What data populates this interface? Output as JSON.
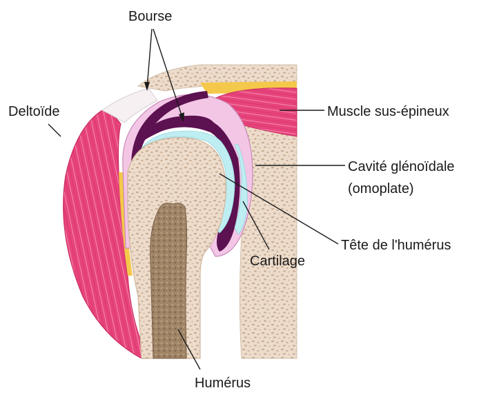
{
  "labels": {
    "bourse": "Bourse",
    "deltoide": "Deltoïde",
    "muscle_sus_epineux": "Muscle sus-épineux",
    "cavite_glenoidale_line1": "Cavité glénoïdale",
    "cavite_glenoidale_line2": "(omoplate)",
    "tete_humerus": "Tête de l'humérus",
    "cartilage": "Cartilage",
    "humerus": "Humérus"
  },
  "colors": {
    "muscle": "#e8447c",
    "muscle_fiber": "#f7a3c0",
    "bone": "#eddccb",
    "bone_pore": "#c7ab92",
    "marrow": "#a08567",
    "bursa": "#5c1150",
    "membrane": "#f3c6e6",
    "cartilage": "#bfeef2",
    "fat": "#f4c84a",
    "tendon": "#f6f0f3"
  }
}
